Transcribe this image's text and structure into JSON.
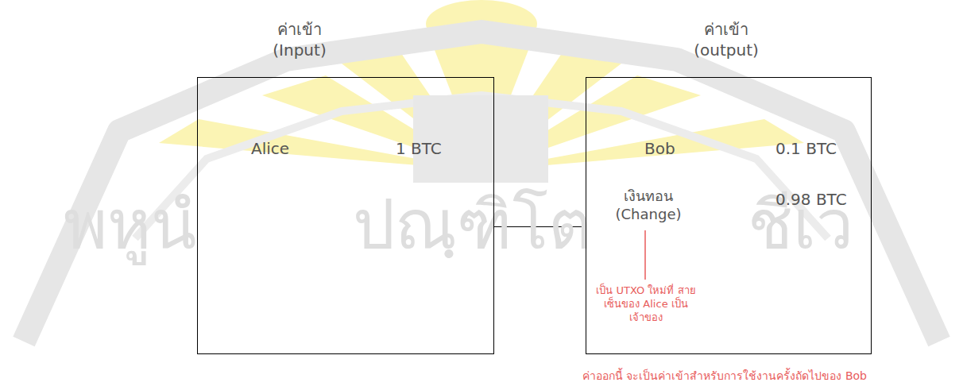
{
  "diagram": {
    "nodes": [
      {
        "text": [
          "ค่าเข้า (Input)",
          "Alice",
          "1 BTC"
        ]
      },
      {
        "text": [
          "ค่าเข้า (output)",
          "Bob",
          "0.1 BTC",
          "เงินทอน (Change)",
          "0.98 BTC",
          "เป็น UTXO ใหม่ที่ สายเซ็นของ Alice เป็นเจ้าของ"
        ]
      }
    ],
    "edges": [
      {
        "from": 0,
        "to": 1,
        "arrow": "none"
      }
    ],
    "labels": [
      "ค่าออกนี้ จะเป็นค่าเข้าสำหรับการใช้งานครั้งถัดไปของ Bob",
      "พหูนํ ปณฺฑิโต ชีเว"
    ]
  }
}
